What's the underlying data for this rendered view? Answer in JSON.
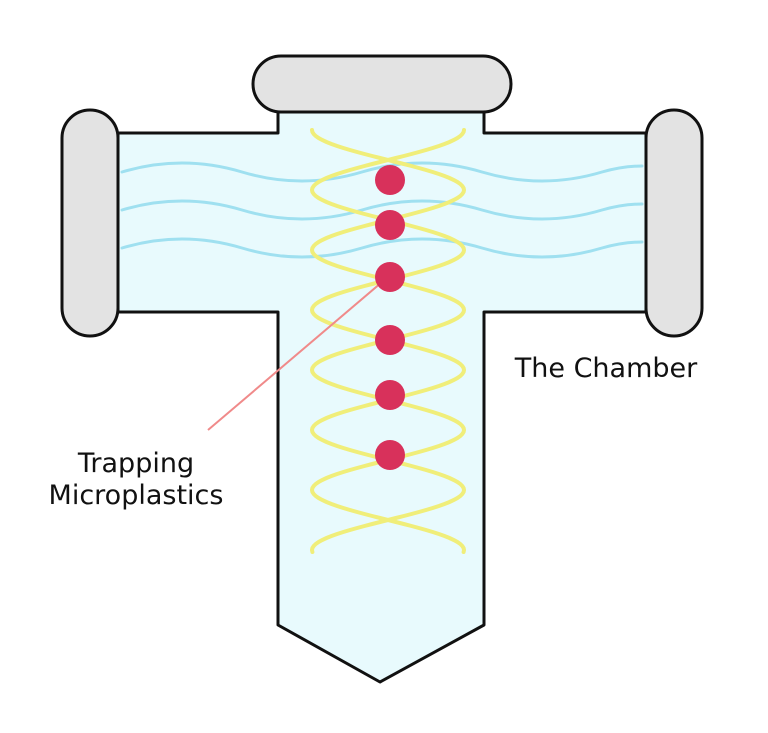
{
  "labels": {
    "chamber": "The Chamber",
    "trapping_line1": "Trapping",
    "trapping_line2": "Microplastics"
  },
  "colors": {
    "background": "#ffffff",
    "chamber_fill": "#e8fafd",
    "outline": "#111111",
    "cap_fill": "#e3e3e3",
    "water_wave": "#9fe0f0",
    "acoustic_wave": "#f0ee7a",
    "particle": "#d8315b",
    "pointer_line": "#f08a8a"
  },
  "particles": {
    "count": 6
  }
}
